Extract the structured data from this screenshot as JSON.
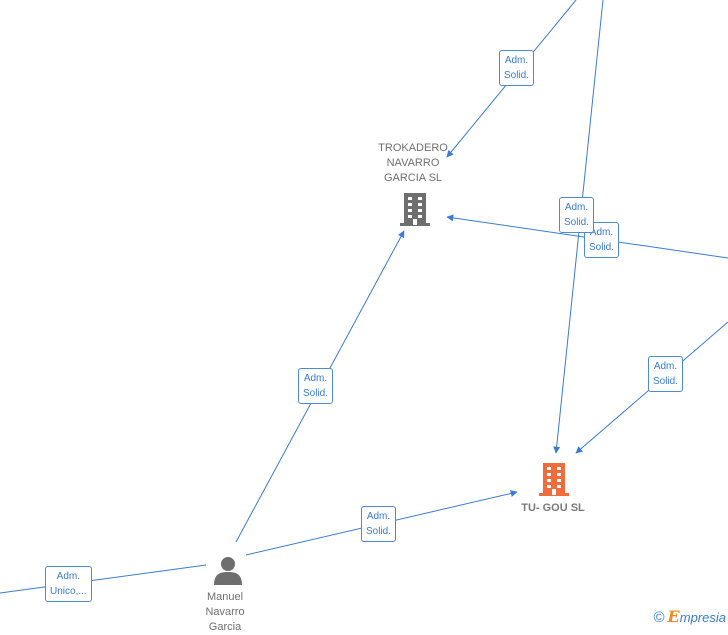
{
  "colors": {
    "edge": "#3a7bd5",
    "company_gray": "#6e6e6e",
    "company_highlight": "#f26b3a",
    "person": "#6e6e6e"
  },
  "nodes": {
    "trokadero": {
      "label": "TROKADERO\nNAVARRO\nGARCIA  SL",
      "icon": "building-icon"
    },
    "tugou": {
      "label": "TU- GOU  SL",
      "icon": "building-icon"
    },
    "manuel": {
      "label": "Manuel\nNavarro\nGarcia",
      "icon": "person-icon"
    }
  },
  "edges": [
    {
      "id": "e1",
      "line1": "Adm.",
      "line2": "Solid."
    },
    {
      "id": "e2",
      "line1": "Adm.",
      "line2": "Solid."
    },
    {
      "id": "e3",
      "line1": "Adm.",
      "line2": "Solid."
    },
    {
      "id": "e4",
      "line1": "Adm.",
      "line2": "Solid."
    },
    {
      "id": "e5",
      "line1": "Adm.",
      "line2": "Solid."
    },
    {
      "id": "e6",
      "line1": "Adm.",
      "line2": "Solid."
    },
    {
      "id": "e7",
      "line1": "Adm.",
      "line2": "Unico,..."
    }
  ],
  "footer": {
    "copyright": "©",
    "brand_initial": "E",
    "brand_rest": "mpresia"
  }
}
